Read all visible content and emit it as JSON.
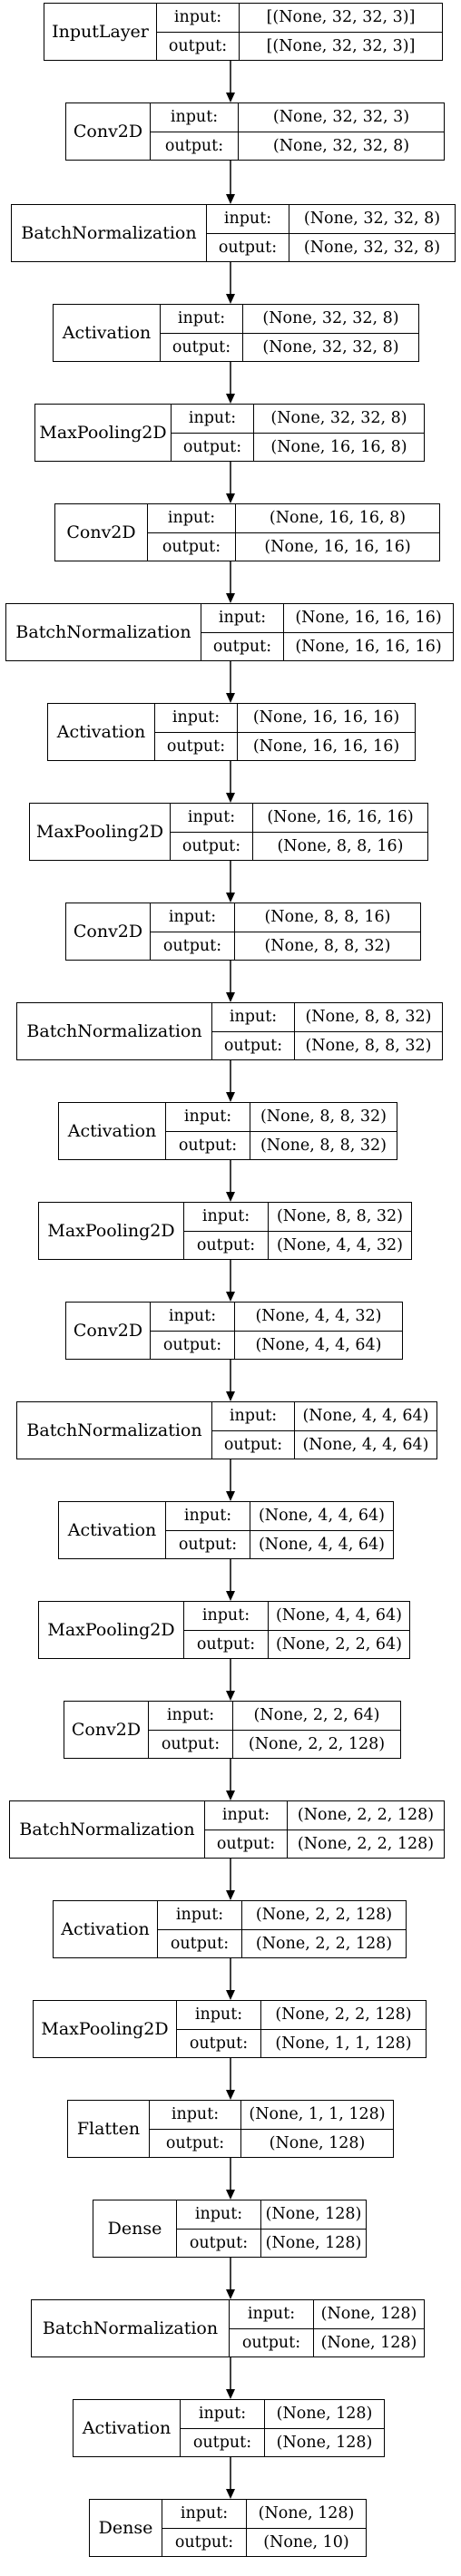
{
  "diagram": {
    "io_labels": {
      "input": "input:",
      "output": "output:"
    },
    "layers": [
      {
        "name": "InputLayer",
        "input": "[(None, 32, 32, 3)]",
        "output": "[(None, 32, 32, 3)]"
      },
      {
        "name": "Conv2D",
        "input": "(None, 32, 32, 3)",
        "output": "(None, 32, 32, 8)"
      },
      {
        "name": "BatchNormalization",
        "input": "(None, 32, 32, 8)",
        "output": "(None, 32, 32, 8)"
      },
      {
        "name": "Activation",
        "input": "(None, 32, 32, 8)",
        "output": "(None, 32, 32, 8)"
      },
      {
        "name": "MaxPooling2D",
        "input": "(None, 32, 32, 8)",
        "output": "(None, 16, 16, 8)"
      },
      {
        "name": "Conv2D",
        "input": "(None, 16, 16, 8)",
        "output": "(None, 16, 16, 16)"
      },
      {
        "name": "BatchNormalization",
        "input": "(None, 16, 16, 16)",
        "output": "(None, 16, 16, 16)"
      },
      {
        "name": "Activation",
        "input": "(None, 16, 16, 16)",
        "output": "(None, 16, 16, 16)"
      },
      {
        "name": "MaxPooling2D",
        "input": "(None, 16, 16, 16)",
        "output": "(None, 8, 8, 16)"
      },
      {
        "name": "Conv2D",
        "input": "(None, 8, 8, 16)",
        "output": "(None, 8, 8, 32)"
      },
      {
        "name": "BatchNormalization",
        "input": "(None, 8, 8, 32)",
        "output": "(None, 8, 8, 32)"
      },
      {
        "name": "Activation",
        "input": "(None, 8, 8, 32)",
        "output": "(None, 8, 8, 32)"
      },
      {
        "name": "MaxPooling2D",
        "input": "(None, 8, 8, 32)",
        "output": "(None, 4, 4, 32)"
      },
      {
        "name": "Conv2D",
        "input": "(None, 4, 4, 32)",
        "output": "(None, 4, 4, 64)"
      },
      {
        "name": "BatchNormalization",
        "input": "(None, 4, 4, 64)",
        "output": "(None, 4, 4, 64)"
      },
      {
        "name": "Activation",
        "input": "(None, 4, 4, 64)",
        "output": "(None, 4, 4, 64)"
      },
      {
        "name": "MaxPooling2D",
        "input": "(None, 4, 4, 64)",
        "output": "(None, 2, 2, 64)"
      },
      {
        "name": "Conv2D",
        "input": "(None, 2, 2, 64)",
        "output": "(None, 2, 2, 128)"
      },
      {
        "name": "BatchNormalization",
        "input": "(None, 2, 2, 128)",
        "output": "(None, 2, 2, 128)"
      },
      {
        "name": "Activation",
        "input": "(None, 2, 2, 128)",
        "output": "(None, 2, 2, 128)"
      },
      {
        "name": "MaxPooling2D",
        "input": "(None, 2, 2, 128)",
        "output": "(None, 1, 1, 128)"
      },
      {
        "name": "Flatten",
        "input": "(None, 1, 1, 128)",
        "output": "(None, 128)"
      },
      {
        "name": "Dense",
        "input": "(None, 128)",
        "output": "(None, 128)"
      },
      {
        "name": "BatchNormalization",
        "input": "(None, 128)",
        "output": "(None, 128)"
      },
      {
        "name": "Activation",
        "input": "(None, 128)",
        "output": "(None, 128)"
      },
      {
        "name": "Dense",
        "input": "(None, 128)",
        "output": "(None, 10)"
      }
    ]
  }
}
